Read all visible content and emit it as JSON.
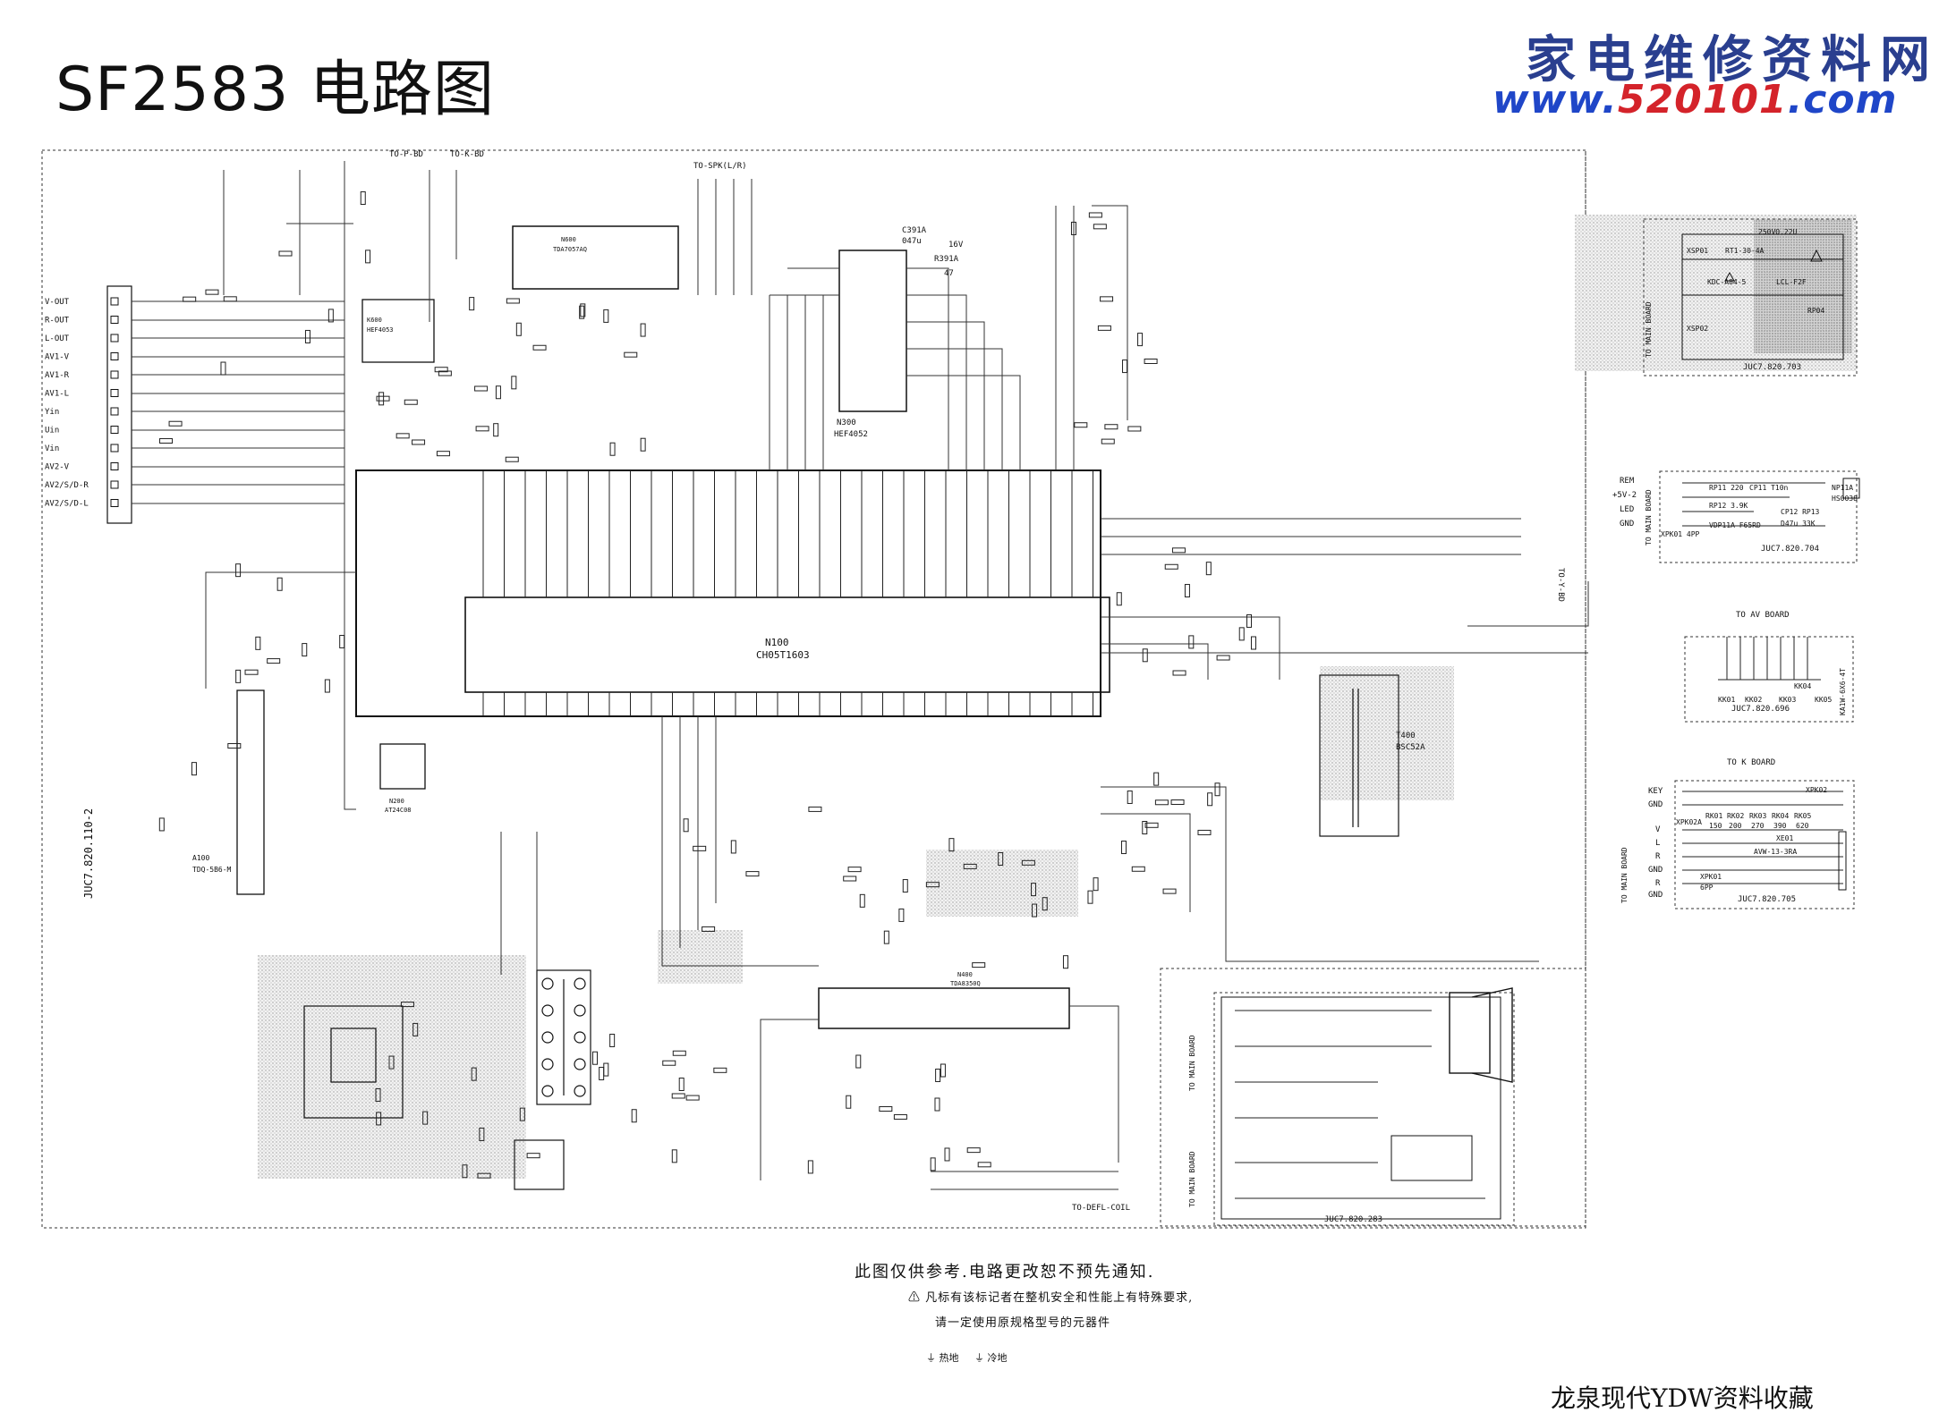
{
  "title": "SF2583 电路图",
  "brand": {
    "chinese_name": "家电维修资料网",
    "url_prefix": "www.",
    "url_number": "520101",
    "url_suffix": ".com"
  },
  "main_board": {
    "drawing_number": "JUC7.820.110-2",
    "chips": [
      {
        "ref": "N100",
        "part": "CH05T1603"
      },
      {
        "ref": "N300",
        "part": "HEF4052"
      },
      {
        "ref": "N600",
        "part": "TDA7057AQ"
      },
      {
        "ref": "N400",
        "part": "TDA8350Q"
      },
      {
        "ref": "N200",
        "part": "AT24C08"
      },
      {
        "ref": "K600",
        "part": "HEF4053"
      },
      {
        "ref": "A100",
        "part": "TDQ-5B6-M"
      },
      {
        "ref": "T400",
        "part": "BSC52A"
      }
    ],
    "io_labels": [
      "V-OUT",
      "R-OUT",
      "L-OUT",
      "AV1-V",
      "AV1-R",
      "AV1-L",
      "Yin",
      "Uin",
      "Vin",
      "AV2-V",
      "AV2/S/D-R",
      "AV2/S/D-L"
    ],
    "cap_label": {
      "ref": "C391A",
      "value": "047u",
      "r_ref": "R391A",
      "r_value": "47",
      "supply": "16V"
    },
    "connectors": [
      "TO-P-BD",
      "TO-K-BD",
      "TO-SPK(L/R)",
      "TO-Y-BD",
      "TO-DEFL-COIL"
    ]
  },
  "sub_boards": [
    {
      "id": "power",
      "drawing": "JUC7.820.703",
      "side_label": "TO MAIN BOARD",
      "parts": [
        "XSP01",
        "XSP02",
        "RT1-30-4A",
        "250VO.22U",
        "KDC-A04-5",
        "LCL-F2F",
        "RP04"
      ]
    },
    {
      "id": "remote",
      "drawing": "JUC7.820.704",
      "side_label": "TO MAIN BOARD",
      "pins": [
        "REM",
        "+5V-2",
        "LED",
        "GND"
      ],
      "parts": [
        "RP11 220",
        "CP11 T10n",
        "NP11A",
        "HS0038",
        "RP12 3.9K",
        "VDP11A F65RD",
        "CP12 RP13",
        "D47u 33K",
        "XPK01 4PP"
      ]
    },
    {
      "id": "av",
      "drawing": "JUC7.820.696",
      "header": "TO AV BOARD",
      "parts": [
        "KK01",
        "KK02",
        "KK03",
        "KK04",
        "KK05",
        "KA1W-6X6-4T"
      ]
    },
    {
      "id": "keys",
      "drawing": "JUC7.820.705",
      "header": "TO K BOARD",
      "pins": [
        "KEY",
        "GND",
        "V",
        "L",
        "R",
        "GND",
        "R",
        "GND"
      ],
      "parts": [
        "XPK02A",
        "RK01",
        "RK02",
        "RK03",
        "RK04",
        "RK05",
        "150",
        "200",
        "270",
        "390",
        "620",
        "XE01",
        "AVW-13-3RA",
        "XPK01",
        "6PP"
      ]
    },
    {
      "id": "crt",
      "drawing": "JUC7.820.283",
      "side_label": "TO MAIN BOARD"
    }
  ],
  "notes": {
    "line1": "此图仅供参考.电路更改恕不预先通知.",
    "line2": "⚠ 凡标有该标记者在整机安全和性能上有特殊要求,",
    "line3": "请一定使用原规格型号的元器件",
    "legend_hot": "热地",
    "legend_cold": "冷地"
  },
  "collector": "龙泉现代YDW资料收藏"
}
